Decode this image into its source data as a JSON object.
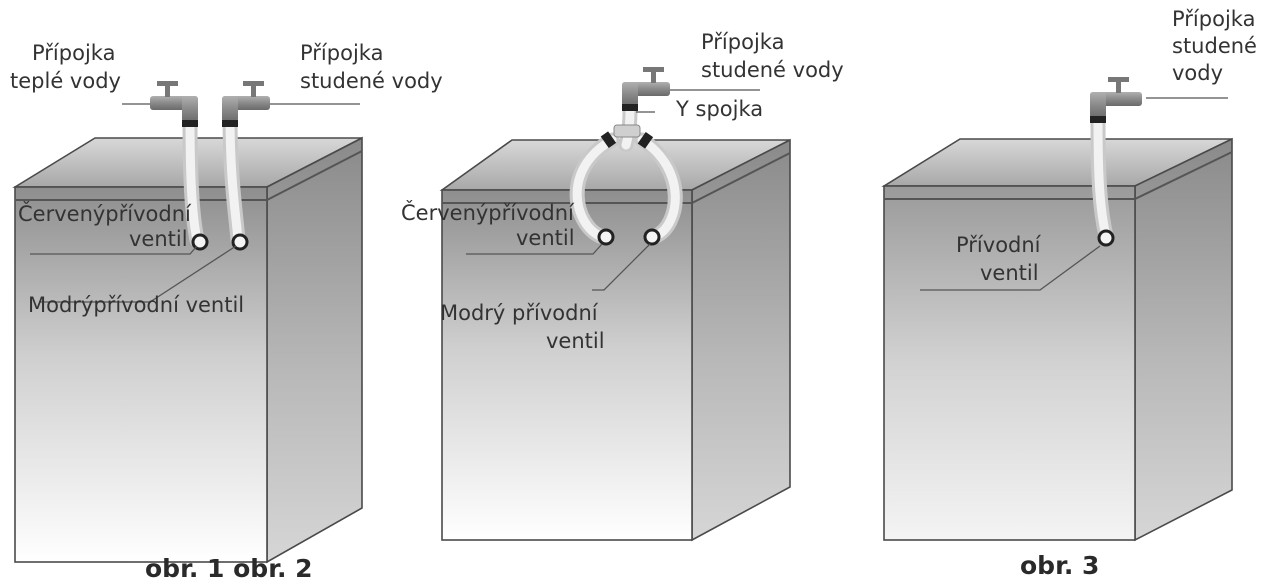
{
  "fig1": {
    "label_hot_connection": [
      "Přípojka",
      "teplé vody"
    ],
    "label_cold_connection": [
      "Přípojka",
      "studené vody"
    ],
    "label_red_valve": [
      "Červenýpřívodní",
      "ventil"
    ],
    "label_blue_valve": "Modrýpřívodní  ventil"
  },
  "fig2": {
    "label_cold_connection": [
      "Přípojka",
      "studené vody"
    ],
    "label_y_connector": "Y spojka",
    "label_red_valve": [
      "Červenýpřívodní",
      "ventil"
    ],
    "label_blue_valve": [
      "Modrý přívodní",
      "ventil"
    ]
  },
  "fig3": {
    "label_cold_connection": [
      "Přípojka",
      "studené",
      "vody"
    ],
    "label_inlet_valve": [
      "Přívodní",
      "ventil"
    ]
  },
  "captions": {
    "fig12": "obr. 1 obr. 2",
    "fig3": "obr. 3"
  }
}
